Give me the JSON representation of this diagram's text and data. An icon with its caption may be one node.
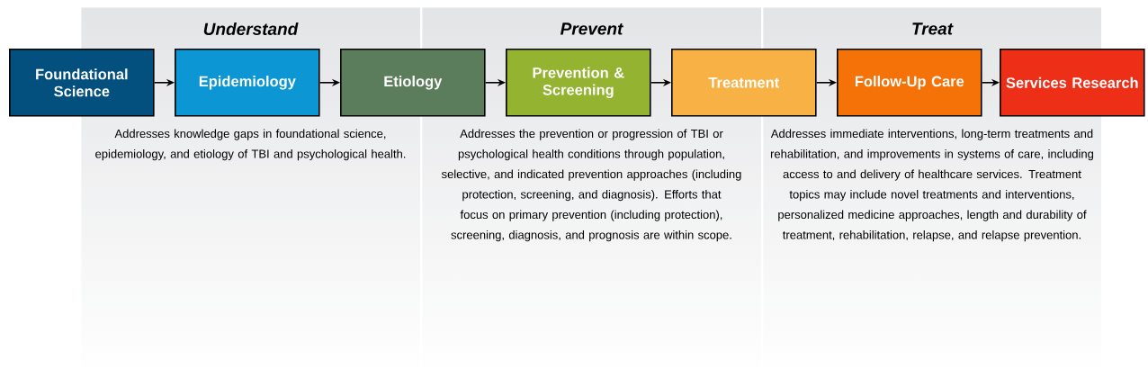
{
  "diagram": {
    "nodes": [
      {
        "text": [
          "Understand",
          "Addresses knowledge gaps in foundational science, epidemiology, and etiology of TBI and psychological health."
        ]
      },
      {
        "text": [
          "Prevent",
          "Addresses the prevention or progression of TBI or psychological health conditions through population, selective, and indicated prevention approaches (including protection, screening, and diagnosis).  Efforts that focus on primary prevention (including protection), screening, diagnosis, and prognosis are within scope."
        ]
      },
      {
        "text": [
          "Treat",
          "Addresses immediate interventions, long-term treatments and rehabilitation, and improvements in systems of care, including access to and delivery of healthcare services.  Treatment topics may include novel treatments and interventions, personalized medicine approaches, length and durability of treatment, rehabilitation, relapse, and relapse prevention."
        ]
      },
      {
        "text": [
          "Foundational Science"
        ]
      },
      {
        "text": [
          "Epidemiology"
        ]
      },
      {
        "text": [
          "Etiology"
        ]
      },
      {
        "text": [
          "Prevention & Screening"
        ]
      },
      {
        "text": [
          "Treatment"
        ]
      },
      {
        "text": [
          "Follow-Up Care"
        ]
      },
      {
        "text": [
          "Services Research"
        ]
      }
    ],
    "edges": [
      {
        "from": 3,
        "to": 4,
        "arrow": "to"
      },
      {
        "from": 4,
        "to": 5,
        "arrow": "to"
      },
      {
        "from": 5,
        "to": 6,
        "arrow": "to"
      },
      {
        "from": 6,
        "to": 7,
        "arrow": "to"
      },
      {
        "from": 7,
        "to": 8,
        "arrow": "to"
      },
      {
        "from": 8,
        "to": 9,
        "arrow": "to"
      }
    ]
  }
}
